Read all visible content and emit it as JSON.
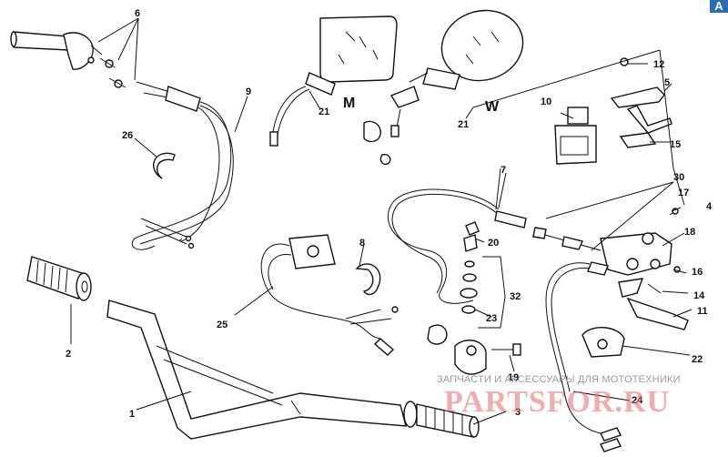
{
  "badge": "A",
  "labels": {
    "l1": "1",
    "l2": "2",
    "l3": "3",
    "l4": "4",
    "l5": "5",
    "l6": "6",
    "l7": "7",
    "l8": "8",
    "l9": "9",
    "l10": "10",
    "l11": "11",
    "l12": "12",
    "l14": "14",
    "l15": "15",
    "l16": "16",
    "l17": "17",
    "l18": "18",
    "l19": "19",
    "l20": "20",
    "l21a": "21",
    "l21b": "21",
    "l22": "22",
    "l23": "23",
    "l24": "24",
    "l25": "25",
    "l26": "26",
    "l30": "30",
    "l32": "32",
    "mirrorM": "M",
    "mirrorW": "W"
  },
  "watermark": {
    "small": "ЗАПЧАСТИ И АКСЕССУАРЫ ДЛЯ МОТОТЕХНИКИ",
    "big": "PARTSFOR.RU"
  }
}
